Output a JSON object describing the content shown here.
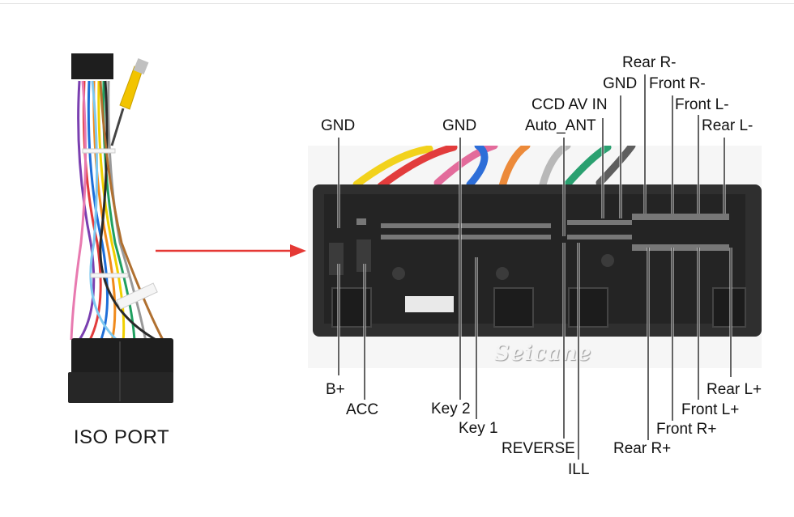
{
  "iso_port_label": "ISO PORT",
  "watermark": "Seicane",
  "pins_top": {
    "rear_r_minus": "Rear R-",
    "gnd_3": "GND",
    "front_r_minus": "Front R-",
    "ccd_av_in": "CCD AV IN",
    "front_l_minus": "Front L-",
    "gnd_1": "GND",
    "gnd_2": "GND",
    "auto_ant": "Auto_ANT",
    "rear_l_minus": "Rear L-"
  },
  "pins_bottom": {
    "rear_l_plus": "Rear L+",
    "b_plus": "B+",
    "front_l_plus": "Front L+",
    "acc": "ACC",
    "key_2": "Key 2",
    "front_r_plus": "Front R+",
    "key_1": "Key 1",
    "reverse": "REVERSE",
    "rear_r_plus": "Rear R+",
    "ill": "ILL"
  },
  "colors": {
    "arrow": "#e53935",
    "connector_body": "#2b2b2b",
    "rca_plug": "#f2c400"
  }
}
